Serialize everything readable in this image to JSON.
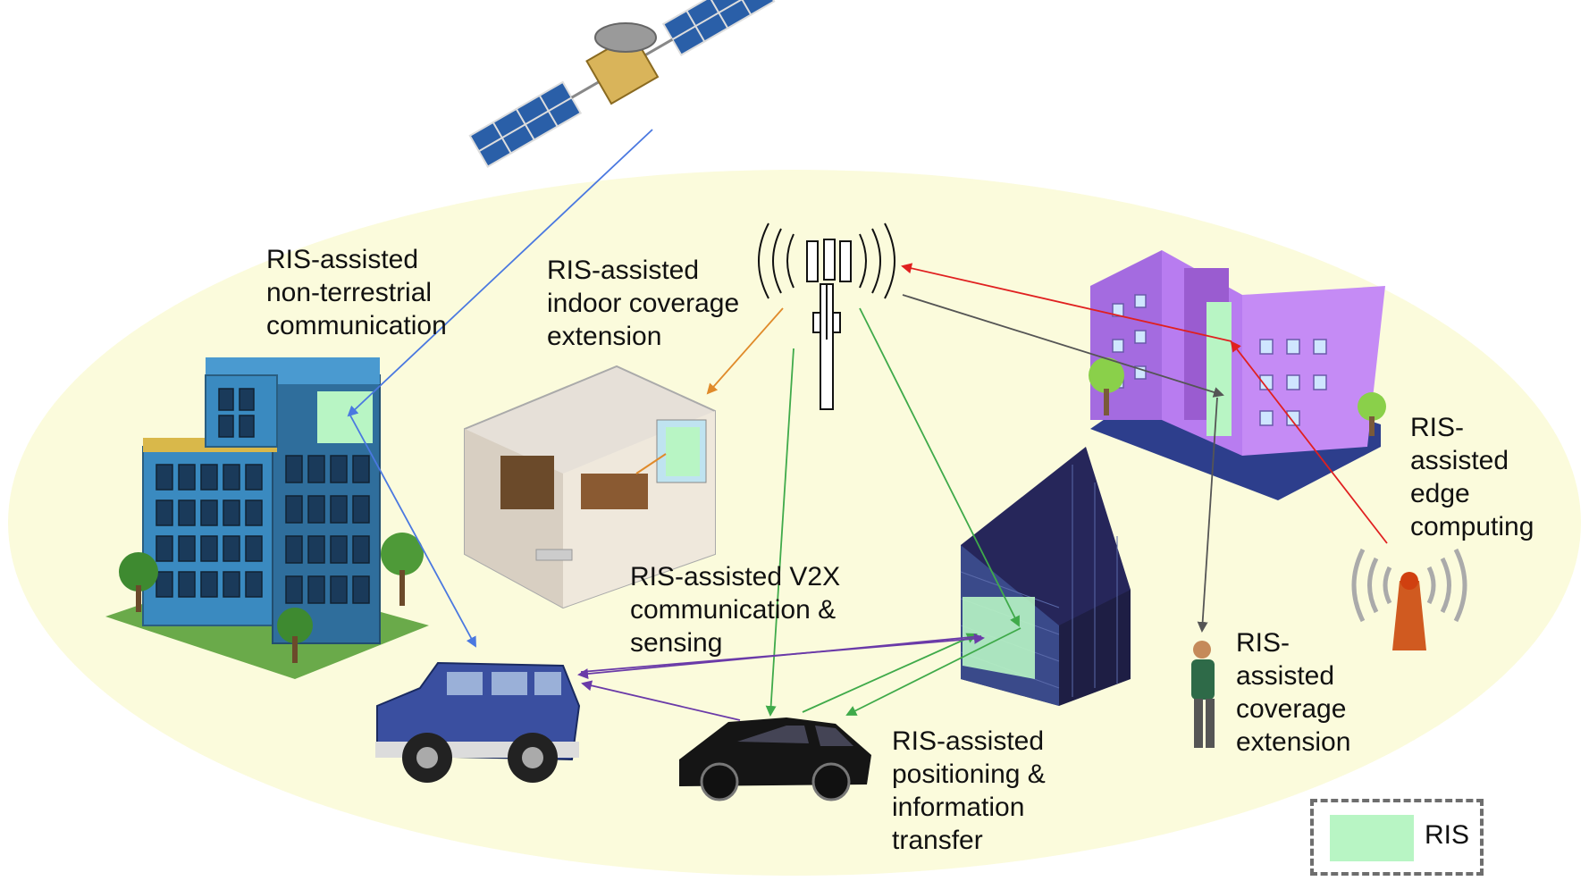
{
  "labels": {
    "non_terrestrial": "RIS-assisted\nnon-terrestrial\ncommunication",
    "indoor": "RIS-assisted\nindoor coverage\nextension",
    "v2x": "RIS-assisted V2X\ncommunication &\nsensing",
    "positioning": "RIS-assisted\npositioning &\ninformation\ntransfer",
    "edge": "RIS-\nassisted\nedge\ncomputing",
    "coverage": "RIS-\nassisted\ncoverage\nextension"
  },
  "legend": {
    "label": "RIS"
  },
  "colors": {
    "ellipse": "#fbfbdc",
    "ris_panel": "#b8f5c4",
    "satellite_link": "#4a78e0",
    "indoor_link": "#e08a2a",
    "v2x_link": "#6a3aa8",
    "positioning_link": "#3faa4a",
    "edge_link": "#e02020",
    "coverage_link": "#555555"
  },
  "icons": [
    "satellite-icon",
    "base-station-icon",
    "office-tower-icon",
    "indoor-room-icon",
    "purple-building-icon",
    "dark-building-icon",
    "blue-suv-icon",
    "black-car-icon",
    "pedestrian-icon",
    "edge-antenna-icon"
  ]
}
